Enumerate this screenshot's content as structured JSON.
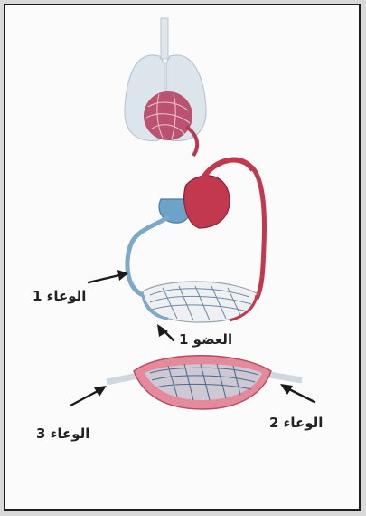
{
  "labels": {
    "vessel1": "الوعاء 1",
    "organ1": "العضو 1",
    "vessel2": "الوعاء 2",
    "vessel3": "الوعاء 3"
  },
  "colors": {
    "border": "#1e1e1e",
    "lung": "#dfe6ec",
    "deoxygenated": "#7aa9c9",
    "oxygenated": "#c2384f",
    "capillary": "#e07a8e",
    "arrow": "#1a1a1a"
  }
}
